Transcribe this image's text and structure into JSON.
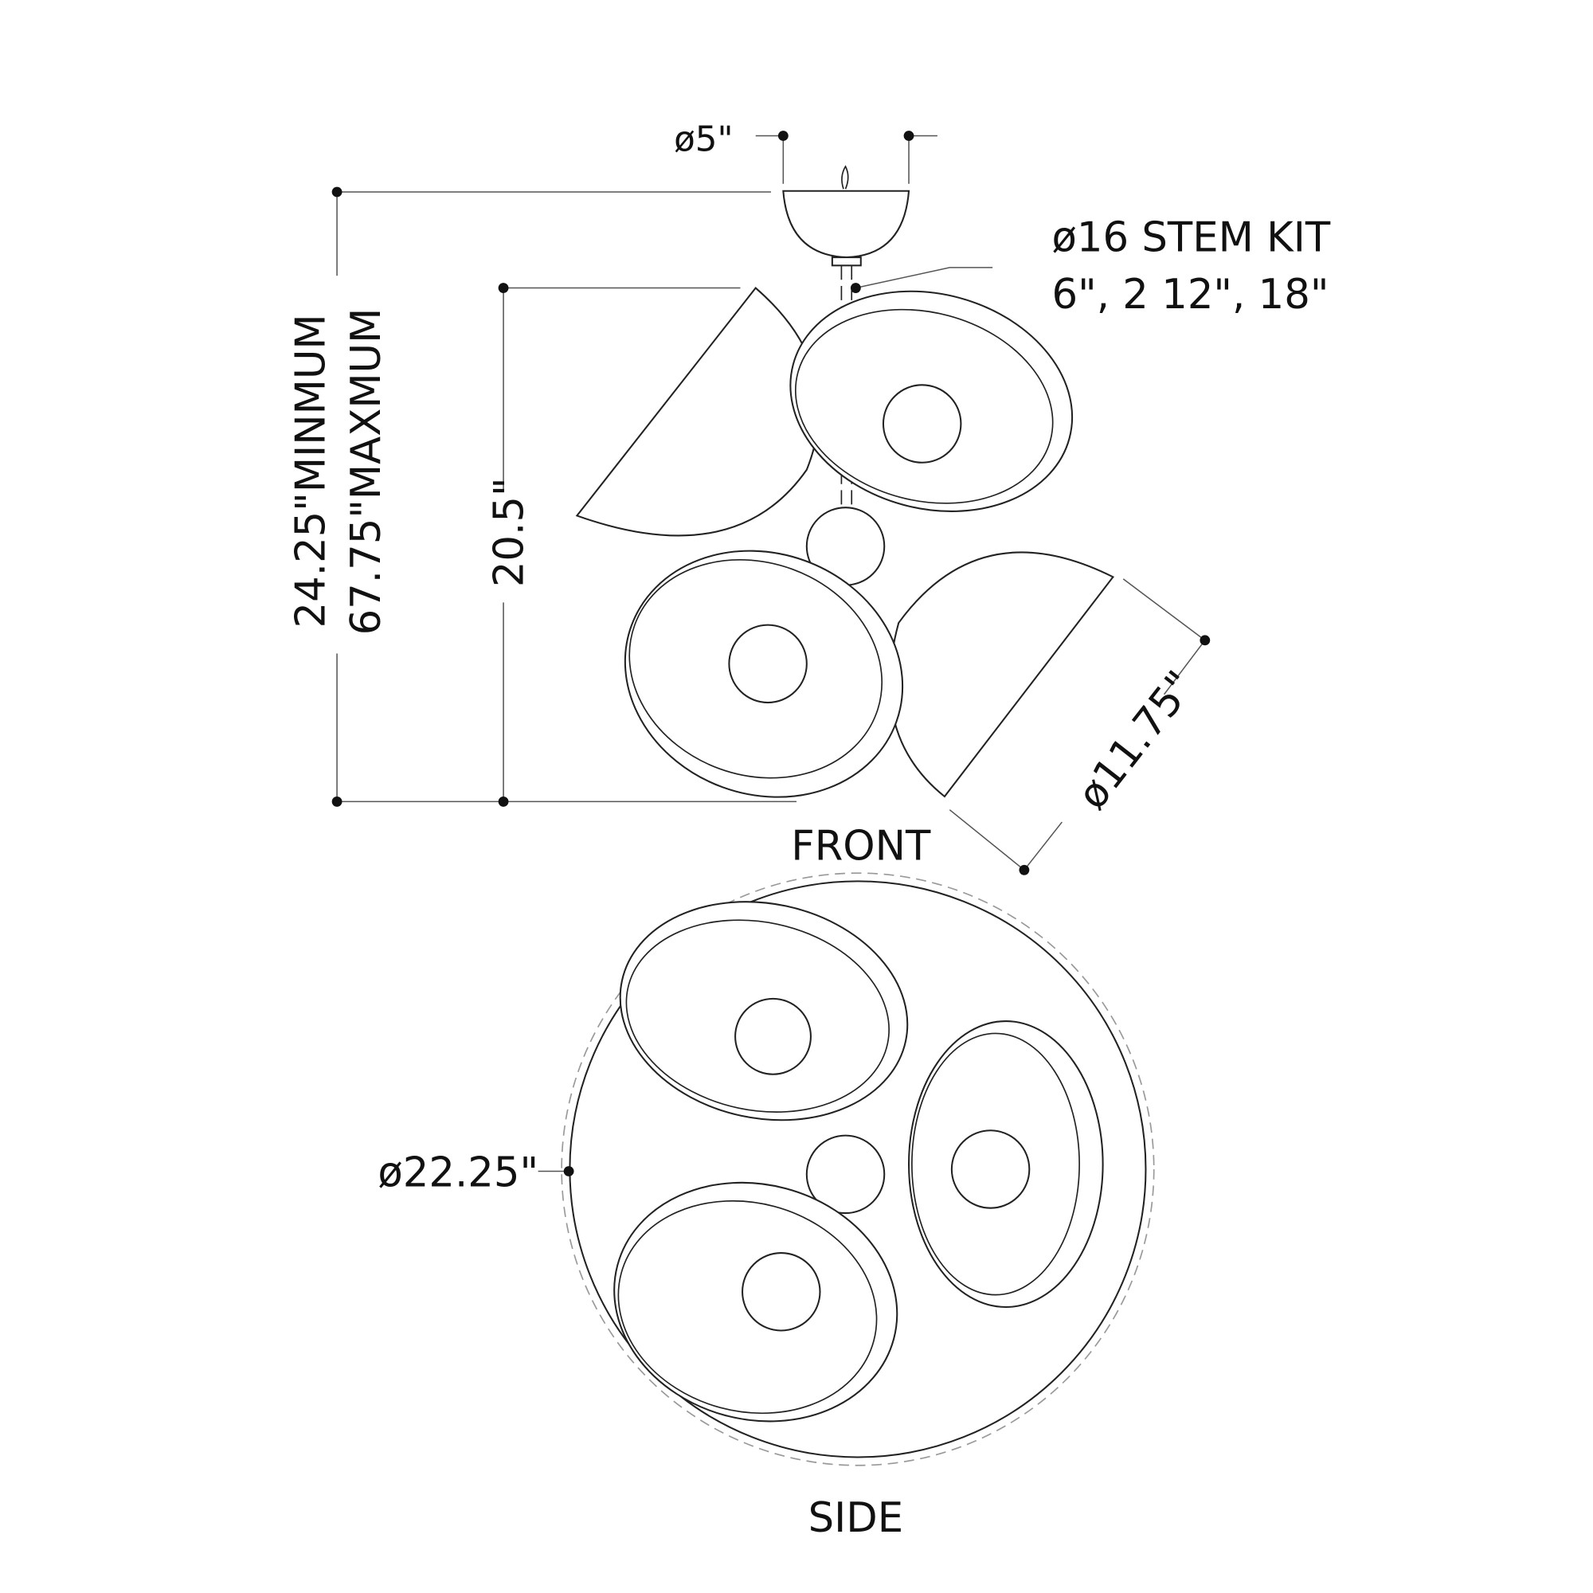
{
  "front": {
    "title": "FRONT",
    "canopy_diameter": "ø5\"",
    "stem_kit_line1": "ø16 STEM KIT",
    "stem_kit_line2": "6\", 2 12\", 18\"",
    "overall_min": "24.25\"MINMUM",
    "overall_max": "67.75\"MAXMUM",
    "body_height": "20.5\"",
    "shade_diameter": "ø11.75\""
  },
  "side": {
    "title": "SIDE",
    "overall_diameter": "ø22.25\""
  }
}
